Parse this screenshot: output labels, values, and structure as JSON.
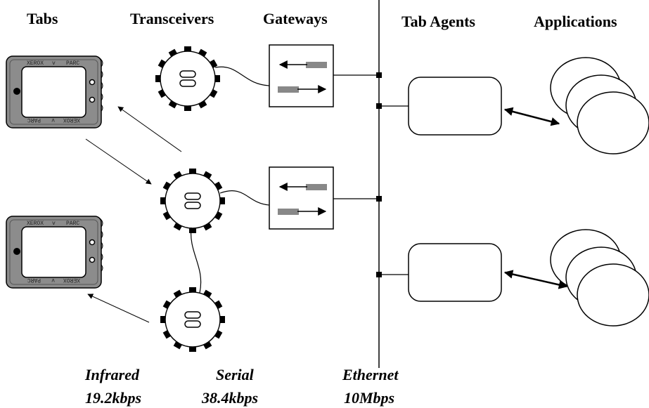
{
  "headers": {
    "tabs": "Tabs",
    "transceivers": "Transceivers",
    "gateways": "Gateways",
    "tab_agents": "Tab Agents",
    "applications": "Applications"
  },
  "tab_brand": {
    "left": "XEROX",
    "mark": "v",
    "right": "PARC"
  },
  "links": {
    "infrared": {
      "name": "Infrared",
      "rate": "19.2kbps"
    },
    "serial": {
      "name": "Serial",
      "rate": "38.4kbps"
    },
    "ethernet": {
      "name": "Ethernet",
      "rate": "10Mbps"
    }
  },
  "colors": {
    "ink": "#000000",
    "tab_body": "#8c8c8c",
    "gateway_arrow_bar": "#888888",
    "background": "#ffffff"
  }
}
